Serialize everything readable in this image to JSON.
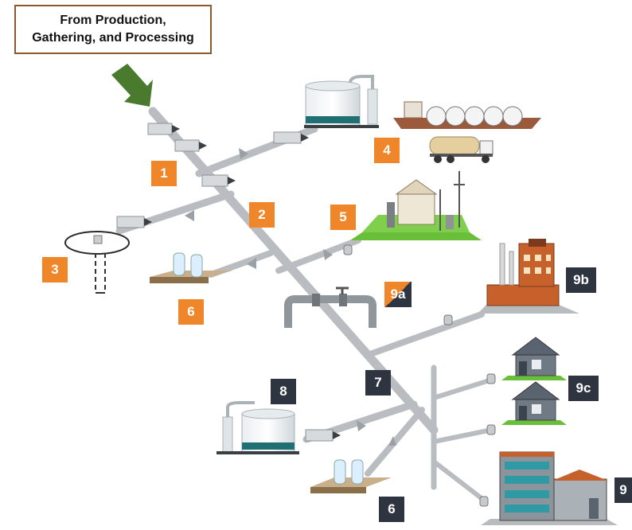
{
  "title": {
    "line1": "From Production,",
    "line2": "Gathering, and Processing"
  },
  "badges": {
    "b1": "1",
    "b2": "2",
    "b3": "3",
    "b4": "4",
    "b5": "5",
    "b6a": "6",
    "b6b": "6",
    "b7": "7",
    "b8": "8",
    "b9a": "9a",
    "b9b": "9b",
    "b9c": "9c",
    "b9d": "9"
  },
  "colors": {
    "pipe": "#b9bcc0",
    "orange_badge": "#f0862a",
    "dark_badge": "#2e3440",
    "teal": "#1f6f73",
    "grass": "#6abf3a",
    "arrow": "#4a7a2e",
    "title_border": "#8a5a2b"
  },
  "icons": [
    "compressor-icon",
    "storage-tank-icon",
    "lng-ship-icon",
    "tanker-truck-icon",
    "power-plant-icon",
    "underground-storage-icon",
    "lng-storage-icon",
    "valve-icon",
    "factory-icon",
    "house-icon",
    "apartment-building-icon",
    "meter-icon"
  ]
}
